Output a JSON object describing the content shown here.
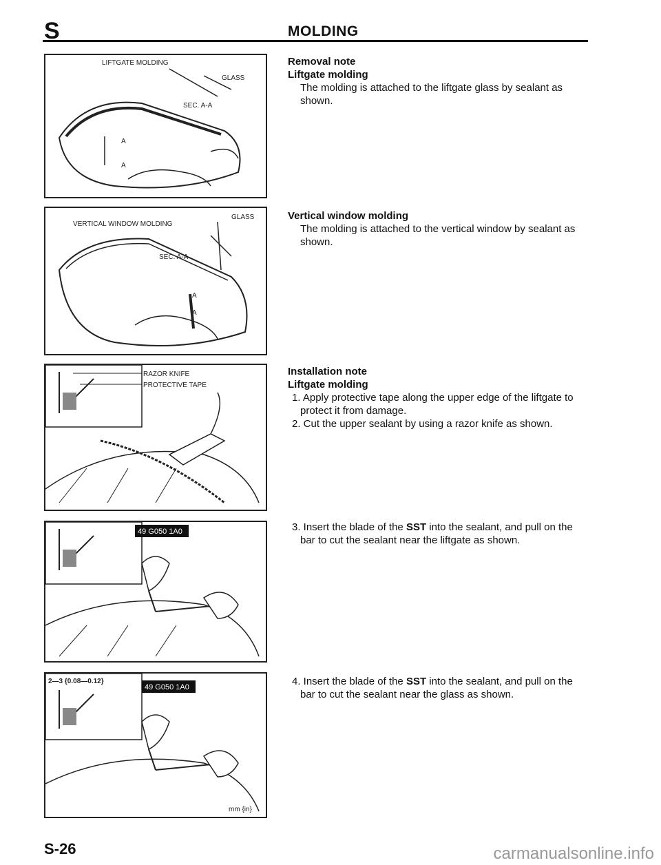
{
  "header": {
    "section_letter": "S",
    "title": "MOLDING"
  },
  "figures": {
    "fig1": {
      "label_molding": "LIFTGATE MOLDING",
      "label_glass": "GLASS",
      "label_sec": "SEC. A-A",
      "label_a1": "A",
      "label_a2": "A"
    },
    "fig2": {
      "label_molding": "VERTICAL WINDOW MOLDING",
      "label_glass": "GLASS",
      "label_sec": "SEC. A-A",
      "label_a1": "A",
      "label_a2": "A"
    },
    "fig3": {
      "label_knife": "RAZOR KNIFE",
      "label_tape": "PROTECTIVE TAPE"
    },
    "fig4": {
      "tool_code": "49 G050 1A0"
    },
    "fig5": {
      "dimension": "2—3 {0.08—0.12}",
      "tool_code": "49 G050 1A0",
      "unit": "mm {in}"
    }
  },
  "text": {
    "removal_heading": "Removal note",
    "liftgate_heading": "Liftgate molding",
    "liftgate_body": "The molding is attached to the liftgate glass by sealant as shown.",
    "vertical_heading": "Vertical window molding",
    "vertical_body": "The molding is attached to the vertical window by sealant as shown.",
    "install_heading": "Installation note",
    "install_sub": "Liftgate molding",
    "step1": "1. Apply protective tape along the upper edge of the liftgate to protect it from damage.",
    "step2": "2. Cut the upper sealant by using a razor knife as shown.",
    "step3_a": "3. Insert the blade of the ",
    "step3_sst": "SST",
    "step3_b": " into the sealant, and pull on the bar to cut the sealant near the liftgate as shown.",
    "step4_a": "4. Insert the blade of the ",
    "step4_sst": "SST",
    "step4_b": " into the sealant, and pull on the bar to cut the sealant near the glass as shown."
  },
  "footer": {
    "page_number": "S-26",
    "watermark": "carmanualsonline.info"
  }
}
